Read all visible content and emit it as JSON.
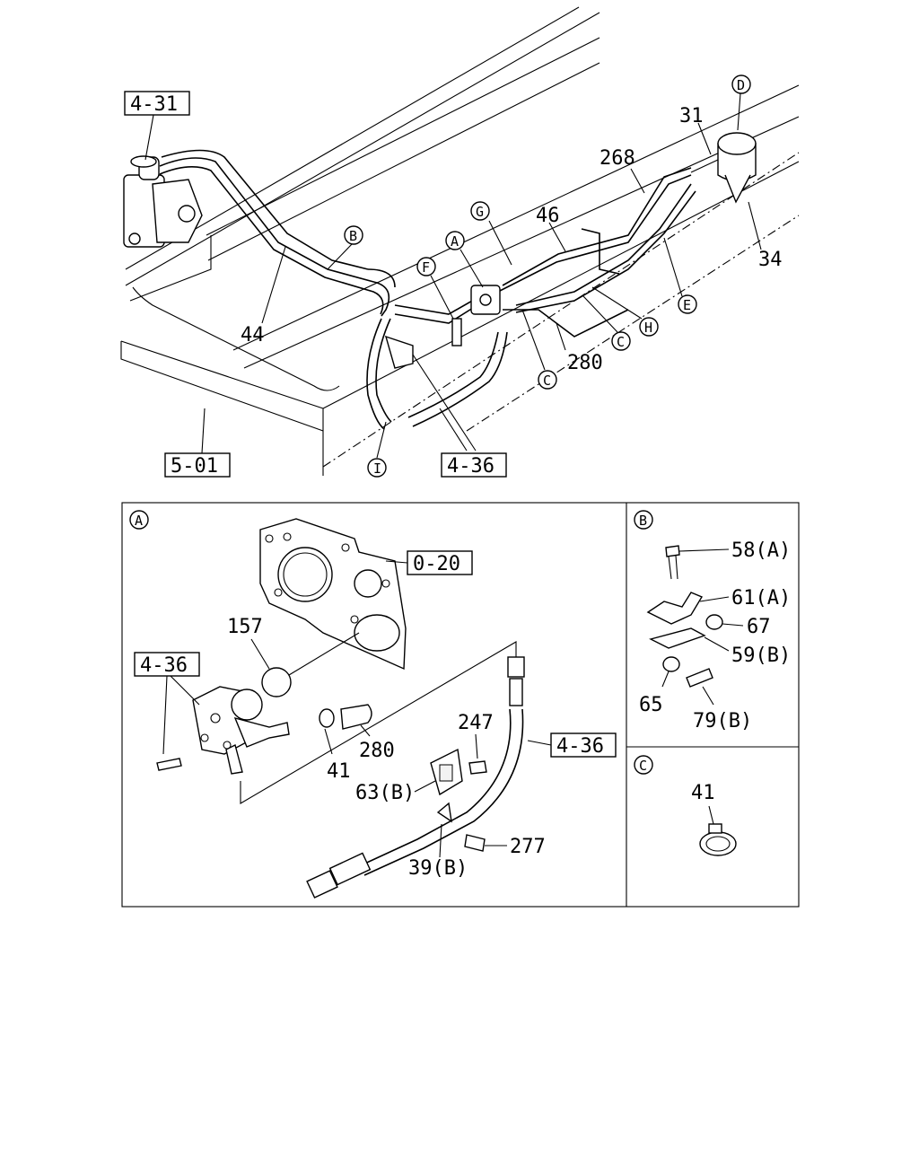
{
  "overview": {
    "ref_boxes": {
      "steering_box": "4-31",
      "frame": "5-01",
      "hose": "4-36"
    },
    "part_numbers": {
      "p44": "44",
      "p46": "46",
      "p268": "268",
      "p31": "31",
      "p34": "34",
      "p280": "280"
    },
    "circle_letters": {
      "A": "A",
      "B": "B",
      "C1": "C",
      "C2": "C",
      "D": "D",
      "E": "E",
      "F": "F",
      "G": "G",
      "H": "H",
      "I": "I"
    }
  },
  "detail_a": {
    "letter": "A",
    "ref_boxes": {
      "housing": "0-20",
      "pump": "4-36",
      "hose": "4-36"
    },
    "part_numbers": {
      "p157": "157",
      "p280": "280",
      "p41": "41",
      "p247": "247",
      "p63": "63(B)",
      "p277": "277",
      "p39": "39(B)"
    }
  },
  "detail_b": {
    "letter": "B",
    "part_numbers": {
      "p58": "58(A)",
      "p61": "61(A)",
      "p67": "67",
      "p59": "59(B)",
      "p65": "65",
      "p79": "79(B)"
    }
  },
  "detail_c": {
    "letter": "C",
    "part_numbers": {
      "p41": "41"
    }
  }
}
